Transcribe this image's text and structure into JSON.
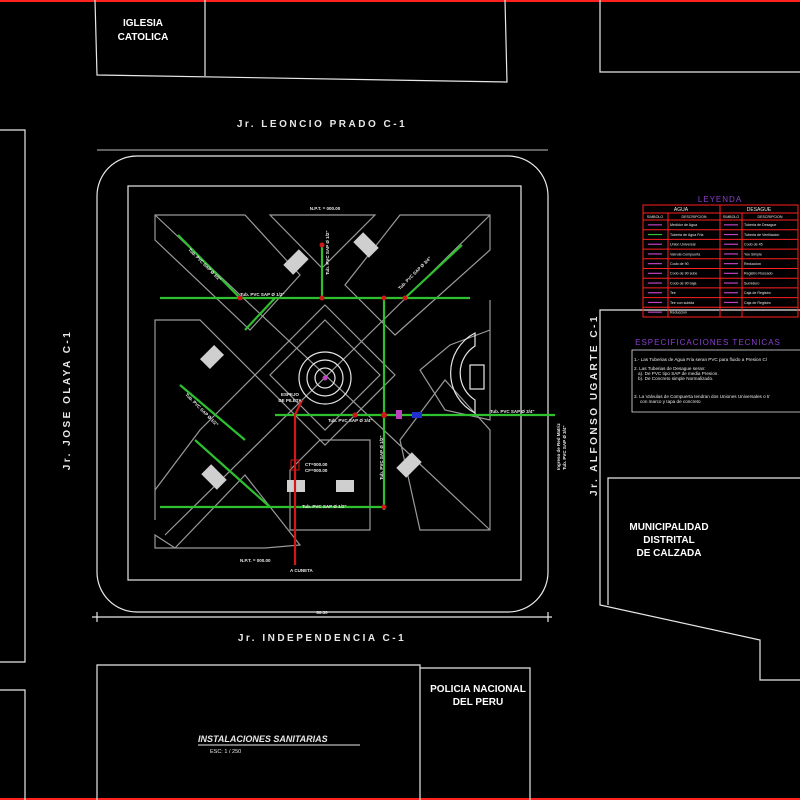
{
  "colors": {
    "frame": "#ff2020",
    "water_pipe": "#2fc02f",
    "drain_pipe": "#d01818",
    "legend_border": "#ff2020",
    "legend_title": "#8a3fd0",
    "fixtures": "#c040c0"
  },
  "buildings": {
    "church": [
      "IGLESIA",
      "CATOLICA"
    ],
    "municipality": [
      "MUNICIPALIDAD",
      "DISTRITAL",
      "DE CALZADA"
    ],
    "police": [
      "POLICIA NACIONAL",
      "DEL PERU"
    ]
  },
  "streets": {
    "top": "Jr. LEONCIO PRADO C-1",
    "bottom": "Jr. INDEPENDENCIA C-1",
    "left": "Jr. JOSE OLAYA C-1",
    "right": "Jr. ALFONSO UGARTE C-1"
  },
  "plan": {
    "title": "INSTALACIONES SANITARIAS",
    "scale": "ESC: 1 / 250",
    "dimension": "80.30",
    "npt_top": "N.P.T. = 000.00",
    "npt_bottom": "N.P.T. = 000.00",
    "center_label": [
      "ESPEJO",
      "DE PILETA"
    ],
    "pipe_labels": [
      "Tub. PVC SAP Ø 1/2\"",
      "Tub. PVC SAP Ø 1/2\"",
      "Tub. PVC SAP Ø 3/4\"",
      "Tub. PVC SAP Ø 3/4\"",
      "Tub. PVC SAP Ø 1/2\"",
      "Tub. PVC SAP Ø 1/2\"",
      "Tub. PVC SAP Ø 3/4\"",
      "Tub. PVC SAP Ø 1/2\"",
      "Tub. PVC SAP Ø 1/2\""
    ],
    "drain_box": [
      "CT=000.00",
      "CF=000.00"
    ],
    "outlet": "A CUNETA",
    "intake": [
      "Ingreso de Red Matriz",
      "Tub. PVC SAP Ø 3/4\""
    ]
  },
  "legend": {
    "title": "LEYENDA",
    "water_header": "AGUA",
    "drain_header": "DESAGUE",
    "col_symbol": "SIMBOLO",
    "col_desc": "DESCRIPCION",
    "water": [
      "Medidor de Agua",
      "Tuberia de Agua Fria",
      "Union Universal",
      "Valvula Compuerta",
      "Codo de 90",
      "Codo de 90 sube",
      "Codo de 90 baja",
      "Tee",
      "Tee con subida",
      "Reduccion"
    ],
    "drain": [
      "Tuberia de Desague",
      "Tuberia de Ventilacion",
      "Codo de 45",
      "Yee Simple",
      "Reduccion",
      "Registro Roscado",
      "Sumidero",
      "Caja de Registro",
      "Caja de Registro",
      ""
    ]
  },
  "specs": {
    "title": "ESPECIFICACIONES TECNICAS",
    "lines": [
      "1.- Las Tuberias de Agua Fria seran PVC para fluido a Presion Cl",
      "2. Las Tuberias de Desague seran:",
      "    a). De PVC tipo SAP de media Presion.",
      "    b). De Concreto simple Normalizado.",
      "3. La Valvulas de Compuerta tendran dos Uniones Universales o tr",
      "    con marco y tapa de concreto"
    ]
  }
}
